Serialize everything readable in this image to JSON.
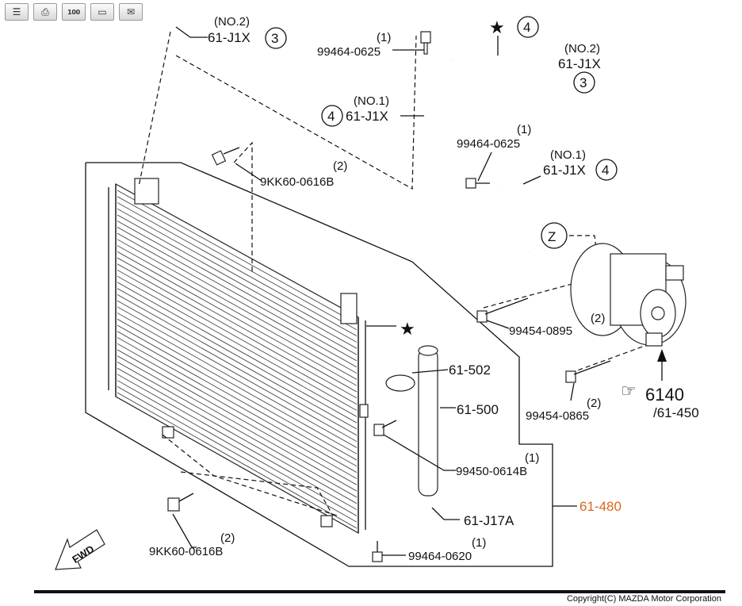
{
  "toolbar": {
    "buttons": [
      {
        "name": "list-view-button",
        "icon": "list-icon",
        "glyph": "☰"
      },
      {
        "name": "print-button",
        "icon": "print-icon",
        "glyph": "⎙"
      },
      {
        "name": "zoom-100-button",
        "icon": "zoom-icon",
        "glyph": "100"
      },
      {
        "name": "vehicle-button",
        "icon": "car-icon",
        "glyph": "▭"
      },
      {
        "name": "email-button",
        "icon": "envelope-icon",
        "glyph": "✉"
      }
    ]
  },
  "callouts": {
    "top_left": {
      "code": "61-J1X",
      "num": "3",
      "note": "(NO.2)"
    },
    "bolt_top": {
      "qty": "(1)",
      "code": "99464-0625"
    },
    "oring_no1_left": {
      "note": "(NO.1)",
      "code": "61-J1X",
      "num": "4"
    },
    "top_mid": {
      "num": "4"
    },
    "top_right": {
      "note": "(NO.2)",
      "code": "61-J1X",
      "num": "3"
    },
    "bolt_mid": {
      "qty": "(1)",
      "code": "99464-0625"
    },
    "oring_no1_right": {
      "note": "(NO.1)",
      "code": "61-J1X",
      "num": "4"
    },
    "bolt_condenser_top": {
      "qty": "(2)",
      "code": "9KK60-0616B"
    },
    "zone": {
      "label": "Z"
    },
    "bolt_comp_upper": {
      "qty": "(2)",
      "code": "99454-0895"
    },
    "bolt_comp_lower": {
      "qty": "(2)",
      "code": "99454-0865"
    },
    "compressor": {
      "code": "6140",
      "sub": "/61-450"
    },
    "bracket": {
      "code": "61-502"
    },
    "receiver": {
      "code": "61-500"
    },
    "bolt_receiver": {
      "qty": "(1)",
      "code": "99450-0614B"
    },
    "receiver_oring": {
      "code": "61-J17A"
    },
    "condenser": {
      "code": "61-480"
    },
    "bolt_condenser_bottom": {
      "qty": "(2)",
      "code": "9KK60-0616B"
    },
    "bolt_bottom": {
      "qty": "(1)",
      "code": "99464-0620"
    },
    "fwd": {
      "label": "FWD"
    }
  },
  "colors": {
    "highlight": "#d9691b",
    "line": "#111111"
  },
  "footer": {
    "copyright": "Copyright(C) MAZDA Motor Corporation"
  }
}
